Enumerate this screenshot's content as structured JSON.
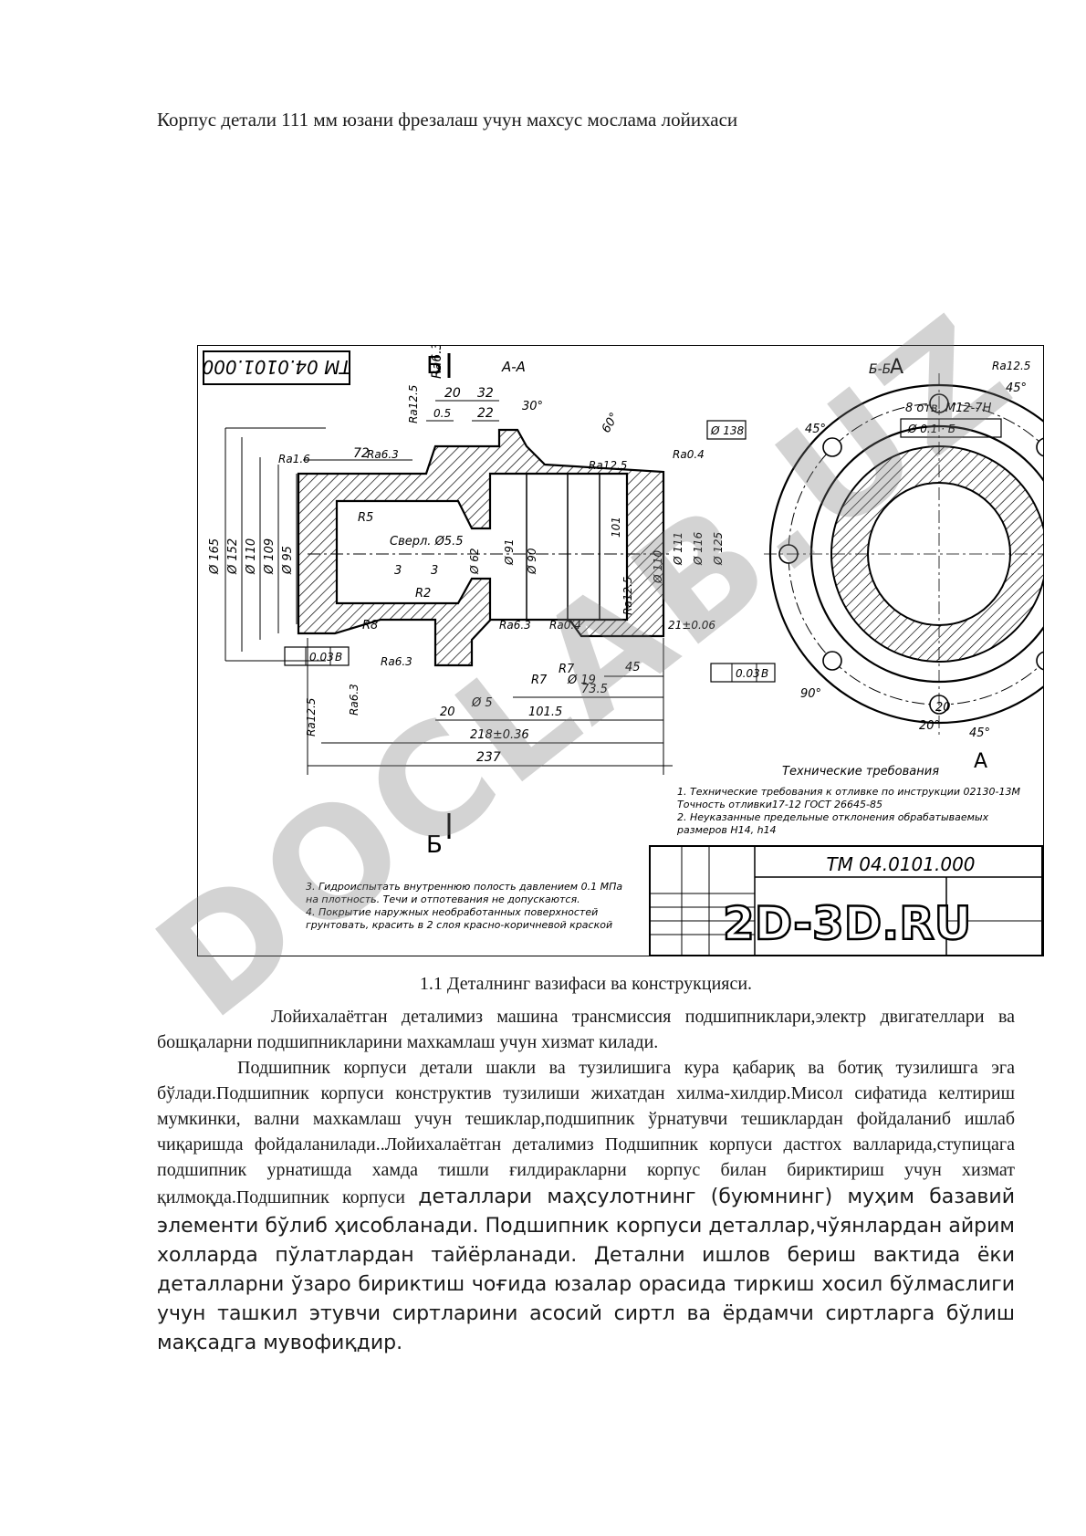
{
  "document": {
    "title": "Корпус детали 111 мм юзани фрезалаш учун махсус мослама лойихаси",
    "figure_caption": "1.1 Деталнинг  вазифаси ва конструкцияси.",
    "paragraph1": "Лойихалаётган деталимиз машина трансмиссия подшипниклари,электр двигателлари ва бошқаларни подшипникларини махкамлаш учун хизмат килади.",
    "paragraph2_serif": "Подшипник корпуси детали шакли ва  тузилишига кура қабариқ ва ботиқ тузилишга эга бўлади.Подшипник корпуси  конструктив тузилиши жихатдан хилма-хилдир.Мисол сифатида келтириш мумкинки, вални махкамлаш учун тешиклар,подшипник ўрнатувчи тешиклардан фойдаланиб ишлаб чиқаришда фойдаланилади..Лойихалаётган деталимиз Подшипник корпуси дастгох валларида,ступицага подшипник урнатишда хамда тишли ғилдиракларни корпус билан бириктириш учун хизмат қилмоқда.Подшипник корпуси ",
    "paragraph2_sans": "  деталлари маҳсулотнинг (буюмнинг) муҳим базавий элементи бўлиб ҳисобланади. Подшипник корпуси деталлар,чўянлардан айрим холларда пўлатлардан тайёрланади. Детални ишлов бериш вактида ёки деталларни ўзаро бириктиш чоғида юзалар орасида тиркиш хосил бўлмаслиги учун ташкил этувчи сиртларини асосий сиртл ва ёрдамчи сиртларга бўлиш мақсадга мувофиқдир."
  },
  "watermark": "DOCLAB.UZ",
  "drawing": {
    "stamp_mirrored": "ТМ 04.0101.000",
    "stamp": "ТМ 04.0101.000",
    "section_a": "А-А",
    "section_b_left": "Б",
    "section_b_bottom": "Б",
    "section_bb": "Б-Б",
    "label_a_top": "А",
    "label_a_bottom": "А",
    "tech_title": "Технические требования",
    "tech_lines": [
      "1. Технические требования к отливке по инструкции 02130-13М",
      "Точность отливки17-12 ГОСТ 26645-85",
      "2. Неуказанные предельные отклонения обрабатываемых",
      "размеров Н14, h14"
    ],
    "notes_lines": [
      "3. Гидроиспытать внутреннюю полость давлением 0.1 МПа",
      "на плотность. Течи и отпотевания не допускаются.",
      "4. Покрытие наружных необработанных поверхностей",
      "грунтовать, красить в 2 слоя красно-коричневой краской"
    ],
    "dimensions": {
      "d_165": "Ø 165",
      "d_152": "Ø 152",
      "d_110": "Ø 110",
      "d_109": "Ø 109",
      "d_95": "Ø 95",
      "d_62": "Ø 62",
      "d_91": "Ø 91",
      "d_90": "Ø 90",
      "d_110b": "Ø 110",
      "d_111": "Ø 111",
      "d_116": "Ø 116",
      "d_125": "Ø 125",
      "d_138": "Ø 138",
      "d_5": "Ø 5",
      "len_237": "237",
      "len_218": "218±0.36",
      "len_1015": "101.5",
      "len_735": "73.5",
      "len_45": "45",
      "len_20": "20",
      "len_32": "32",
      "len_22": "22",
      "len_20b": "20",
      "len_72": "72",
      "len_3": "3",
      "len_3b": "3",
      "len_21": "21±0.06",
      "len_101": "101",
      "len_20c": "20",
      "r5": "R5",
      "r8": "R8",
      "r7": "R7",
      "r7b": "R7",
      "r2": "R2",
      "ra63": "Ra6.3",
      "ra63b": "Ra6.3",
      "ra63c": "Ra6.3",
      "ra63d": "Ra6.3",
      "ra63e": "Ra6.3",
      "ra16": "Ra1.6",
      "ra04": "Ra0.4",
      "ra04b": "Ra0.4",
      "ra125": "Ra12.5",
      "ra125b": "Ra12.5",
      "ra125c": "Ra12.5",
      "ra125d": "Ra12.5",
      "tol_003": "0.03",
      "tol_003b": "0.03",
      "tol_B": "B",
      "tol_Bb": "B",
      "holes": "8 отв. М12-7Н",
      "pos": "Ø 0.1 · Б",
      "ang_45": "45°",
      "ang_45b": "45°",
      "ang_45c": "45°",
      "ang_30": "30°",
      "ang_60": "60°",
      "ang_90": "90°",
      "ang_20": "20°",
      "b19": "Ø 19",
      "sverlo": "Сверл. Ø5.5"
    },
    "watermark_logo": "2D-3D.RU"
  }
}
